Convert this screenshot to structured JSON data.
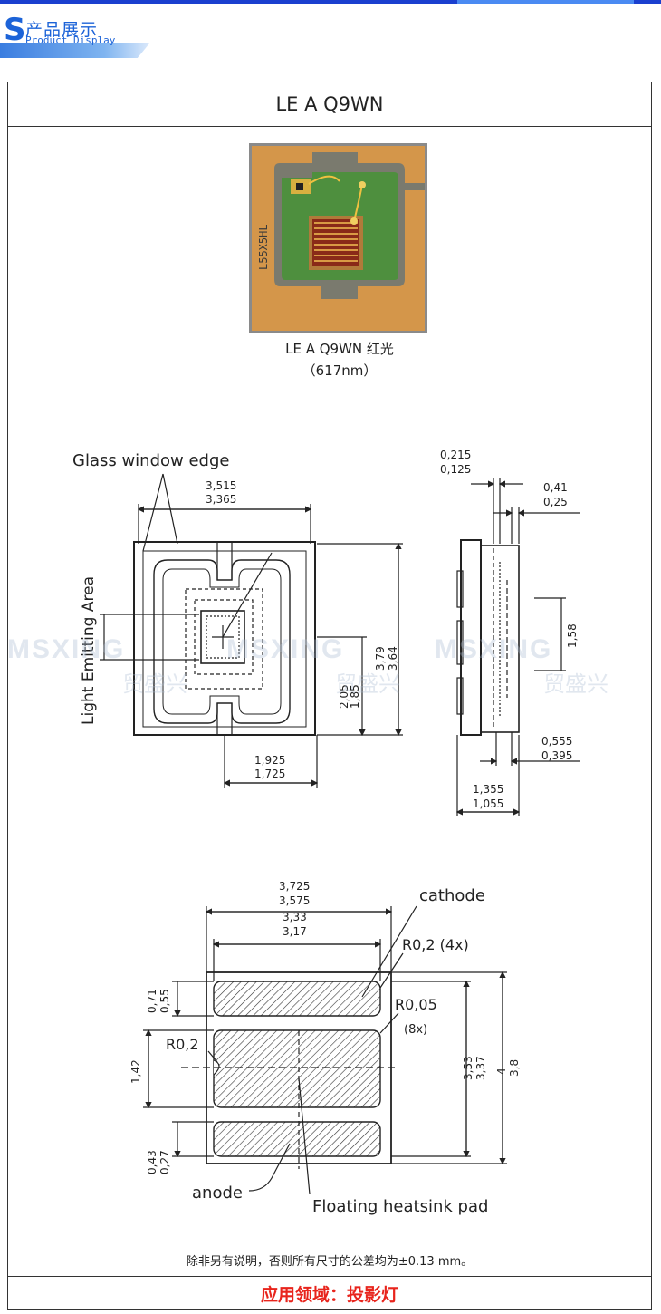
{
  "header": {
    "letter": "S",
    "title_cn": "产品展示",
    "title_en": "Product Display"
  },
  "product": {
    "title": "LE A Q9WN",
    "chip_marking": "L55X5HL",
    "caption_line1": "LE A Q9WN 红光",
    "caption_line2": "（617nm）"
  },
  "watermark": {
    "brand": "MSXING",
    "brand_cn": "贸盛兴"
  },
  "drawing": {
    "glass_window_edge": "Glass window edge",
    "light_emitting_area": "Light Emitting Area",
    "top_width_max": "3,515",
    "top_width_min": "3,365",
    "height_max": "3,79",
    "height_min": "3,64",
    "center_max": "2,05",
    "center_min": "1,85",
    "offset_max": "1,925",
    "offset_min": "1,725",
    "side_a_max": "0,215",
    "side_a_min": "0,125",
    "side_b_max": "0,41",
    "side_b_min": "0,25",
    "side_c": "1,58",
    "side_d_max": "0,555",
    "side_d_min": "0,395",
    "side_e_max": "1,355",
    "side_e_min": "1,055",
    "pad_w1_max": "3,725",
    "pad_w1_min": "3,575",
    "pad_w2_max": "3,33",
    "pad_w2_min": "3,17",
    "cathode": "cathode",
    "r02_4x": "R0,2 (4x)",
    "r005": "R0,05",
    "r005_8x": "(8x)",
    "r02": "R0,2",
    "pad_h1_max": "0,71",
    "pad_h1_min": "0,55",
    "pad_h2": "1,42",
    "pad_h3_max": "0,43",
    "pad_h3_min": "0,27",
    "pad_v1_max": "3,53",
    "pad_v1_min": "3,37",
    "pad_v2_max": "4",
    "pad_v2_min": "3,8",
    "anode": "anode",
    "heatsink": "Floating heatsink pad"
  },
  "note": "除非另有说明，否则所有尺寸的公差均为±0.13 mm。",
  "application": "应用领域：投影灯",
  "colors": {
    "brand_blue": "#1c63d8",
    "application_red": "#e8241c"
  }
}
